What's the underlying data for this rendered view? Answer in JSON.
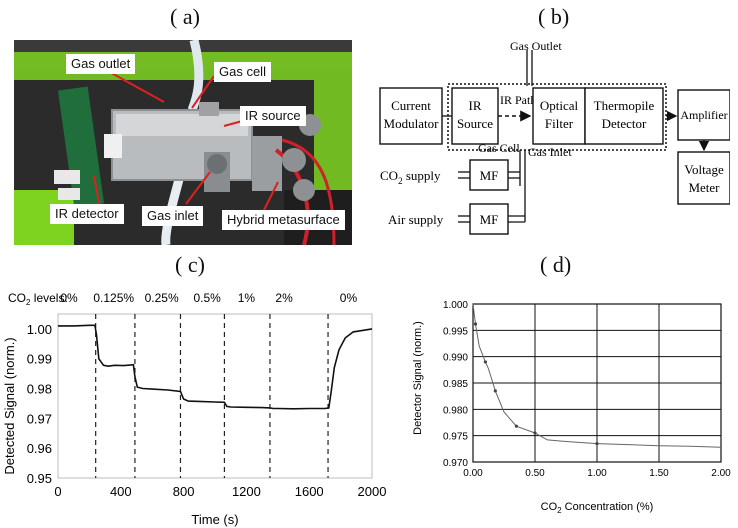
{
  "panels": {
    "a": "( a)",
    "b": "( b)",
    "c": "( c)",
    "d": "( d)"
  },
  "photo_labels": {
    "gas_outlet": "Gas outlet",
    "gas_cell": "Gas cell",
    "ir_source": "IR source",
    "ir_detector": "IR detector",
    "gas_inlet": "Gas inlet",
    "hybrid_metasurface": "Hybrid metasurface"
  },
  "diagram": {
    "gas_outlet": "Gas Outlet",
    "current_modulator": [
      "Current",
      "Modulator"
    ],
    "ir_source": [
      "IR",
      "Source"
    ],
    "ir_path": "IR Path",
    "optical_filter": [
      "Optical",
      "Filter"
    ],
    "thermopile_detector": [
      "Thermopile",
      "Detector"
    ],
    "amplifier": "Amplifier",
    "voltage_meter": [
      "Voltage",
      "Meter"
    ],
    "gas_cell": "Gas Cell",
    "gas_inlet": "Gas Inlet",
    "co2_supply_main": "CO",
    "co2_supply_sub": "2",
    "co2_supply_rest": " supply",
    "air_supply": "Air supply",
    "mf": "MF"
  },
  "chart_data": [
    {
      "type": "line",
      "panel": "c",
      "title": "",
      "xlabel": "Time (s)",
      "ylabel": "Detected Signal (norm.)",
      "xlim": [
        0,
        2000
      ],
      "ylim": [
        0.95,
        1.005
      ],
      "xticks": [
        "0",
        "400",
        "800",
        "1200",
        "1600",
        "2000"
      ],
      "yticks": [
        "0.95",
        "0.96",
        "0.97",
        "0.98",
        "0.99",
        "1.00"
      ],
      "co2_levels_label": "CO",
      "co2_levels_label_rest": " levels:",
      "levels": [
        "0%",
        "0.125%",
        "0.25%",
        "0.5%",
        "1%",
        "2%",
        "0%"
      ],
      "level_label_x": [
        70,
        355,
        660,
        950,
        1200,
        1440,
        1850
      ],
      "dashed_lines_x": [
        240,
        490,
        780,
        1060,
        1350,
        1720
      ],
      "series": [
        {
          "x": [
            0,
            100,
            200,
            235,
            245,
            260,
            290,
            320,
            360,
            420,
            480,
            490,
            505,
            540,
            600,
            700,
            780,
            800,
            830,
            900,
            1000,
            1060,
            1075,
            1100,
            1200,
            1300,
            1350,
            1370,
            1400,
            1500,
            1600,
            1700,
            1725,
            1740,
            1760,
            1790,
            1830,
            1880,
            1940,
            2000
          ],
          "y": [
            1.001,
            1.001,
            1.0012,
            1.0012,
            0.998,
            0.99,
            0.9878,
            0.9875,
            0.9878,
            0.9877,
            0.988,
            0.984,
            0.9805,
            0.98,
            0.9798,
            0.9795,
            0.979,
            0.9765,
            0.9758,
            0.9757,
            0.9755,
            0.9754,
            0.974,
            0.9738,
            0.9737,
            0.9736,
            0.9735,
            0.9733,
            0.9733,
            0.9732,
            0.9733,
            0.9733,
            0.9735,
            0.979,
            0.987,
            0.993,
            0.997,
            0.999,
            0.9995,
            1.0
          ]
        }
      ]
    },
    {
      "type": "line",
      "panel": "d",
      "title": "",
      "xlabel": "CO",
      "xlabel_sub": "2",
      "xlabel_rest": " Concentration (%)",
      "ylabel": "Detector Signal (norm.)",
      "xlim": [
        0,
        2.0
      ],
      "ylim": [
        0.97,
        1.0
      ],
      "grid": true,
      "xticks": [
        "0.00",
        "0.50",
        "1.00",
        "1.50",
        "2.00"
      ],
      "yticks": [
        "0.970",
        "0.975",
        "0.980",
        "0.985",
        "0.990",
        "0.995",
        "1.000"
      ],
      "series": [
        {
          "x": [
            0,
            0.02,
            0.05,
            0.1,
            0.125,
            0.18,
            0.25,
            0.35,
            0.5,
            0.6,
            0.75,
            1.0,
            1.25,
            1.5,
            1.75,
            2.0
          ],
          "y": [
            1.0,
            0.9962,
            0.992,
            0.989,
            0.9877,
            0.9835,
            0.9795,
            0.9768,
            0.9755,
            0.9742,
            0.9739,
            0.9735,
            0.9733,
            0.9731,
            0.973,
            0.9728
          ]
        }
      ]
    }
  ]
}
